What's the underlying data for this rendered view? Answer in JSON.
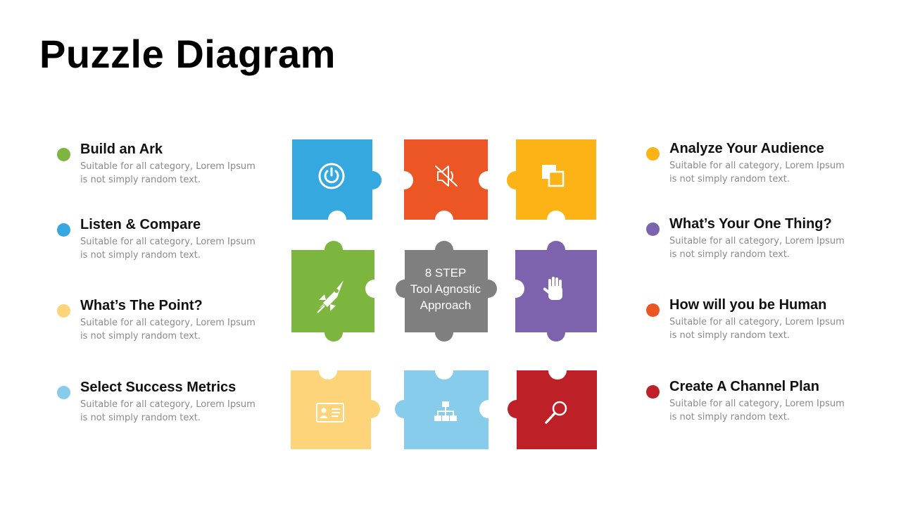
{
  "page": {
    "title": "Puzzle Diagram"
  },
  "center": {
    "line1": "8 STEP",
    "line2": "Tool Agnostic",
    "line3": "Approach"
  },
  "left_items": [
    {
      "title": "Build an Ark",
      "desc": "Suitable for all category, Lorem Ipsum is not simply random text.",
      "color": "#7DB63F"
    },
    {
      "title": "Listen & Compare",
      "desc": "Suitable for all category, Lorem Ipsum is not simply random text.",
      "color": "#35A8E0"
    },
    {
      "title": "What’s The Point?",
      "desc": "Suitable for all category, Lorem Ipsum is not simply random text.",
      "color": "#FDD47A"
    },
    {
      "title": "Select Success Metrics",
      "desc": "Suitable for all category, Lorem Ipsum is not simply random text.",
      "color": "#87CCEB"
    }
  ],
  "right_items": [
    {
      "title": "Analyze Your Audience",
      "desc": "Suitable for all category, Lorem Ipsum is not simply random text.",
      "color": "#FBB316"
    },
    {
      "title": "What’s Your One Thing?",
      "desc": "Suitable for all category, Lorem Ipsum is not simply random text.",
      "color": "#7D63AE"
    },
    {
      "title": "How will you be Human",
      "desc": "Suitable for all category, Lorem Ipsum is not simply random text.",
      "color": "#EC5524"
    },
    {
      "title": "Create A Channel Plan",
      "desc": "Suitable for all category, Lorem Ipsum is not simply random text.",
      "color": "#BE2028"
    }
  ],
  "pieces": [
    {
      "name": "power",
      "color": "#35A8E0",
      "icon": "power-icon"
    },
    {
      "name": "mute",
      "color": "#EC5524",
      "icon": "speaker-mute-icon"
    },
    {
      "name": "layers",
      "color": "#FBB316",
      "icon": "overlap-squares-icon"
    },
    {
      "name": "rocket",
      "color": "#7DB63F",
      "icon": "rocket-icon"
    },
    {
      "name": "center",
      "color": "#7F7F7F",
      "icon": ""
    },
    {
      "name": "hand",
      "color": "#7D63AE",
      "icon": "hand-icon"
    },
    {
      "name": "id-card",
      "color": "#FDD47A",
      "icon": "id-card-icon"
    },
    {
      "name": "sitemap",
      "color": "#87CCEB",
      "icon": "sitemap-icon"
    },
    {
      "name": "magnifier",
      "color": "#BE2028",
      "icon": "magnifier-icon"
    }
  ]
}
